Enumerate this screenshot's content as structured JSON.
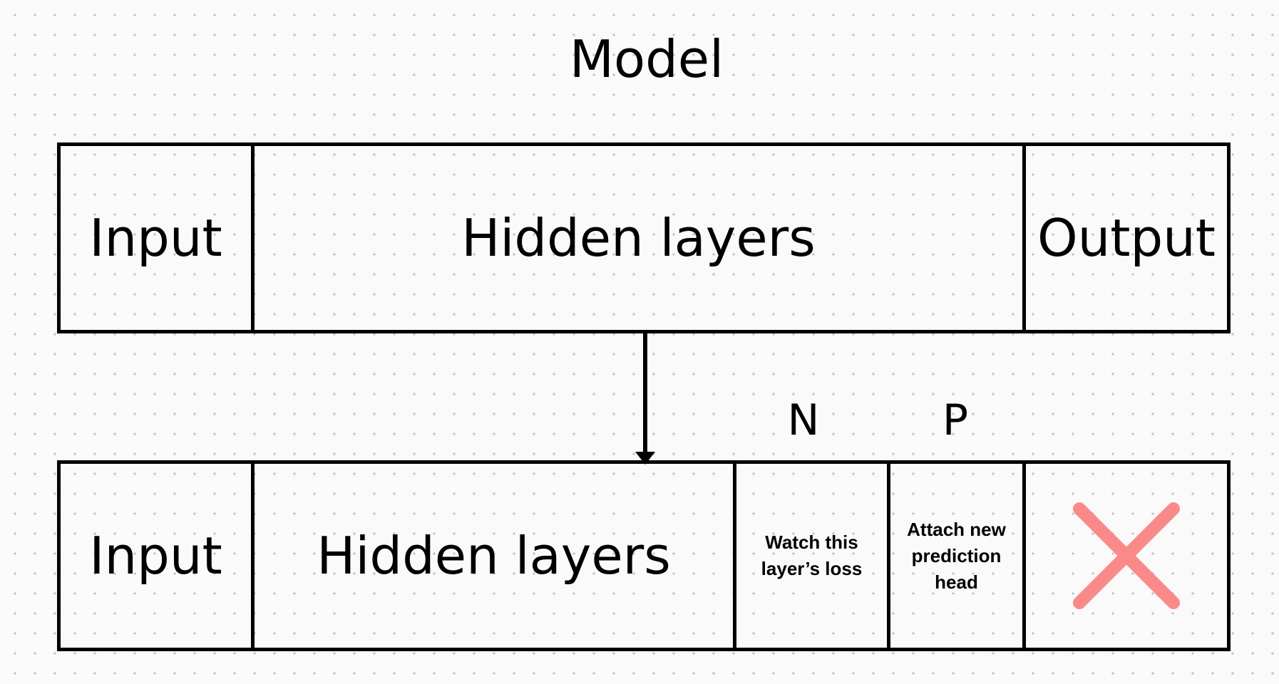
{
  "title": "Model",
  "top_row": {
    "input": "Input",
    "hidden": "Hidden layers",
    "output": "Output"
  },
  "bottom_row": {
    "input": "Input",
    "hidden": "Hidden layers",
    "watch_cell": "Watch this layer’s loss",
    "attach_cell": "Attach new prediction head",
    "removed_output_icon": "cross-icon"
  },
  "markers": {
    "n": "N",
    "p": "P"
  },
  "colors": {
    "cross": "#fa8a8a",
    "stroke": "#000000"
  }
}
